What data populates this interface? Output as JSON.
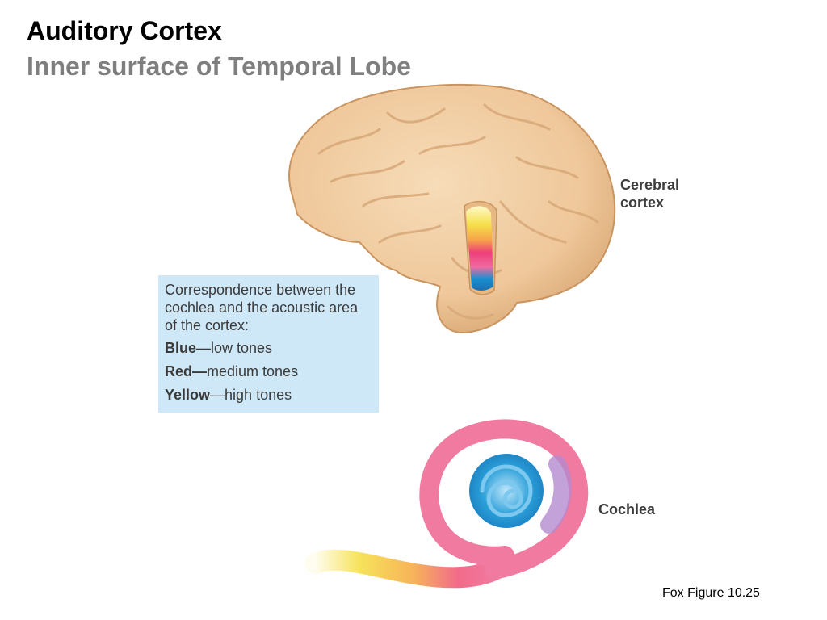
{
  "header": {
    "title": "Auditory Cortex",
    "subtitle": "Inner surface of Temporal Lobe"
  },
  "labels": {
    "cerebral_cortex_line1": "Cerebral",
    "cerebral_cortex_line2": "cortex",
    "cochlea": "Cochlea"
  },
  "legend": {
    "intro": "Correspondence between the cochlea and the acoustic area of the cortex:",
    "rows": [
      {
        "term": "Blue",
        "dash": "—",
        "desc": "low tones",
        "color": "#1a8fd0"
      },
      {
        "term": "Red",
        "dash": "—",
        "desc": "medium tones",
        "color": "#e8356e"
      },
      {
        "term": "Yellow",
        "dash": "—",
        "desc": "high tones",
        "color": "#f5e04a"
      }
    ]
  },
  "credit": "Fox Figure 10.25",
  "colors": {
    "brain": "#efc79a",
    "legend_bg": "#cfe8f7",
    "cochlea_pink": "#f07aa0",
    "cochlea_blue": "#2a9fd8",
    "cochlea_yellow": "#f7e25a"
  }
}
